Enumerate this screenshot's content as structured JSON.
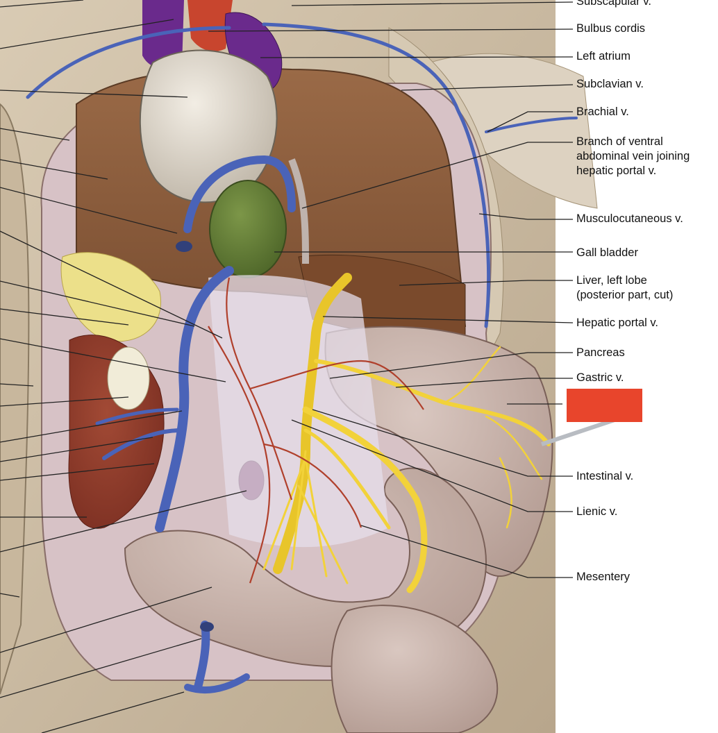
{
  "labels": {
    "subscapular": "Subscapular v.",
    "bulbus": "Bulbus cordis",
    "left_atrium": "Left atrium",
    "subclavian": "Subclavian v.",
    "brachial": "Brachial v.",
    "ventral_branch": "Branch of ventral abdominal vein joining hepatic portal v.",
    "musculocutaneous": "Musculocutaneous v.",
    "gall_bladder": "Gall bladder",
    "liver_left_lobe": "Liver, left lobe (posterior part, cut)",
    "hepatic_portal": "Hepatic portal v.",
    "pancreas": "Pancreas",
    "gastric": "Gastric v.",
    "intestinal": "Intestinal v.",
    "lienic": "Lienic v.",
    "mesentery": "Mesentery"
  },
  "colors": {
    "vein_blue": "#4a63b8",
    "hepatic_yellow": "#f2d23a",
    "artery_red": "#b0402c",
    "liver_brown": "#8a5a3c",
    "gall_green": "#5f7a3a",
    "heart_purple": "#6a2a8c",
    "answer_box": "#e8452c"
  }
}
